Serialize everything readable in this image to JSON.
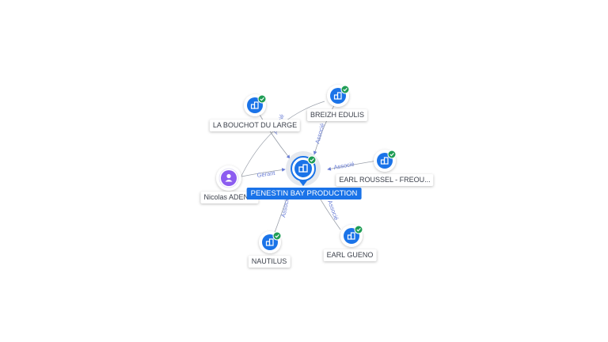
{
  "center": {
    "label": "PENESTIN BAY PRODUCTION",
    "icon": "company-icon",
    "verified": true
  },
  "nodes": [
    {
      "id": "n1",
      "label": "LA BOUCHOT DU LARGE",
      "type": "company",
      "verified": true,
      "edge": "Associé"
    },
    {
      "id": "n2",
      "label": "BREIZH EDULIS",
      "type": "company",
      "verified": true,
      "edge": "Associé"
    },
    {
      "id": "n3",
      "label": "EARL ROUSSEL - FREOU...",
      "type": "company",
      "verified": true,
      "edge": "Associé"
    },
    {
      "id": "n4",
      "label": "Nicolas ADENIS",
      "type": "person",
      "verified": false,
      "edge": "Gérant"
    },
    {
      "id": "n5",
      "label": "NAUTILUS",
      "type": "company",
      "verified": true,
      "edge": "Associé"
    },
    {
      "id": "n6",
      "label": "EARL GUENO",
      "type": "company",
      "verified": true,
      "edge": "Associé"
    }
  ],
  "colors": {
    "company": "#1a73e8",
    "person": "#8c5cf0",
    "verified": "#1f9d55",
    "edge": "#9aa0aa",
    "edge_label": "#6b7fd6"
  }
}
